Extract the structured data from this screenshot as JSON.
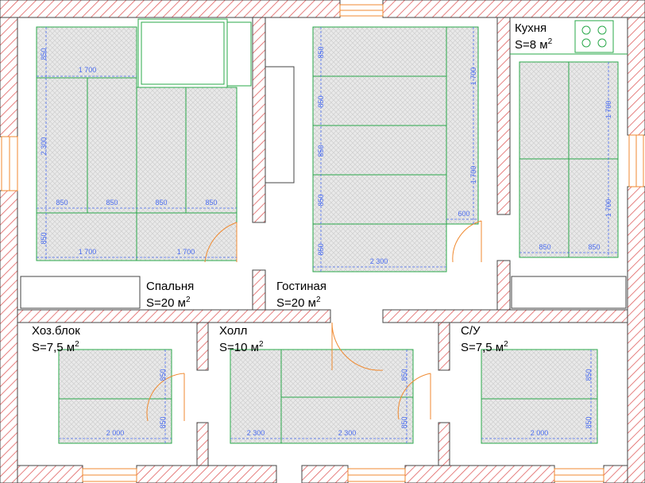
{
  "rooms": [
    {
      "id": "bedroom",
      "name": "Спальня",
      "area": "S=20 м",
      "sup": "2"
    },
    {
      "id": "living",
      "name": "Гостиная",
      "area": "S=20 м",
      "sup": "2"
    },
    {
      "id": "kitchen",
      "name": "Кухня",
      "area": "S=8 м",
      "sup": "2"
    },
    {
      "id": "storage",
      "name": "Хоз.блок",
      "area": "S=7,5 м",
      "sup": "2"
    },
    {
      "id": "hall",
      "name": "Холл",
      "area": "S=10 м",
      "sup": "2"
    },
    {
      "id": "bath",
      "name": "С/У",
      "area": "S=7,5 м",
      "sup": "2"
    }
  ],
  "dimensions": {
    "bedroom": [
      "850",
      "1 700",
      "2 300",
      "850",
      "850",
      "850",
      "850",
      "850",
      "1 700",
      "1 700"
    ],
    "living": [
      "850",
      "850",
      "850",
      "850",
      "850",
      "1 700",
      "1 700",
      "600",
      "2 300"
    ],
    "kitchen": [
      "1 700",
      "1 700",
      "850",
      "850"
    ],
    "storage": [
      "850",
      "850",
      "2 000"
    ],
    "hall": [
      "850",
      "850",
      "2 300"
    ],
    "bath": [
      "850",
      "850",
      "2 000"
    ]
  },
  "colors": {
    "wall_hatch": "#e06060",
    "tile_line": "#2aa84a",
    "dimension": "#4a6cf0",
    "door_arc": "#f08a30",
    "window": "#f08a30"
  }
}
